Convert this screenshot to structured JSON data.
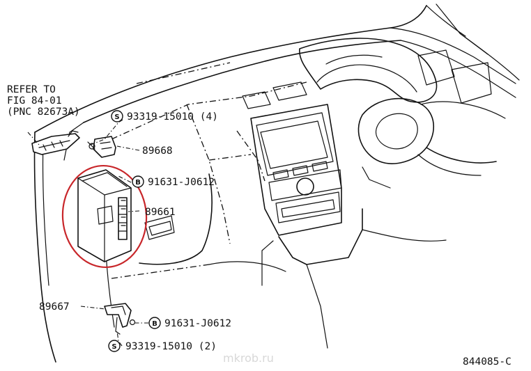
{
  "diagram": {
    "refer_note": [
      "REFER TO",
      "FIG 84-01",
      "(PNC 82673A)"
    ],
    "fasteners": [
      {
        "symbol": "S",
        "part_no": "93319-15010 (4)"
      },
      {
        "symbol": "B",
        "part_no": "91631-J0612"
      },
      {
        "symbol": "B",
        "part_no": "91631-J0612"
      },
      {
        "symbol": "S",
        "part_no": "93319-15010 (2)"
      }
    ],
    "parts": [
      "89668",
      "89661",
      "89667"
    ],
    "figure_code": "844085-C",
    "watermark": "mkrob.ru",
    "highlight_color": "#c8262a",
    "line_color": "#111111"
  }
}
